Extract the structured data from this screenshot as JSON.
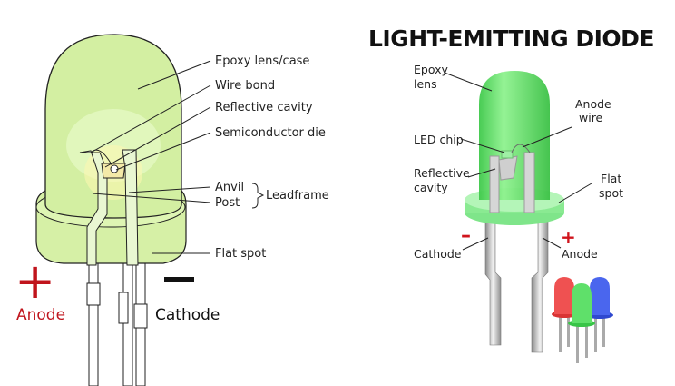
{
  "left_diagram": {
    "labels": {
      "epoxy": "Epoxy lens/case",
      "wire_bond": "Wire bond",
      "reflective_cavity": "Reflective cavity",
      "semiconductor_die": "Semiconductor die",
      "anvil": "Anvil",
      "post": "Post",
      "leadframe": "Leadframe",
      "flat_spot": "Flat spot"
    },
    "plus_symbol": "+",
    "minus_symbol": "−",
    "anode": "Anode",
    "cathode": "Cathode",
    "colors": {
      "lens": "#d6f0a6",
      "anode": "#c0141c"
    }
  },
  "right_diagram": {
    "title": "LIGHT-EMITTING DIODE",
    "labels": {
      "epoxy_line1": "Epoxy",
      "epoxy_line2": "lens",
      "anode_wire_line1": "Anode",
      "anode_wire_line2": "wire",
      "led_chip": "LED chip",
      "reflective_line1": "Reflective",
      "reflective_line2": "cavity",
      "flat_line1": "Flat",
      "flat_line2": "spot",
      "cathode": "Cathode",
      "anode": "Anode"
    },
    "minus_symbol": "–",
    "plus_symbol": "+",
    "colors": {
      "green": "#5fe06a",
      "red": "#e23b3b",
      "blue": "#3a55e0"
    }
  }
}
